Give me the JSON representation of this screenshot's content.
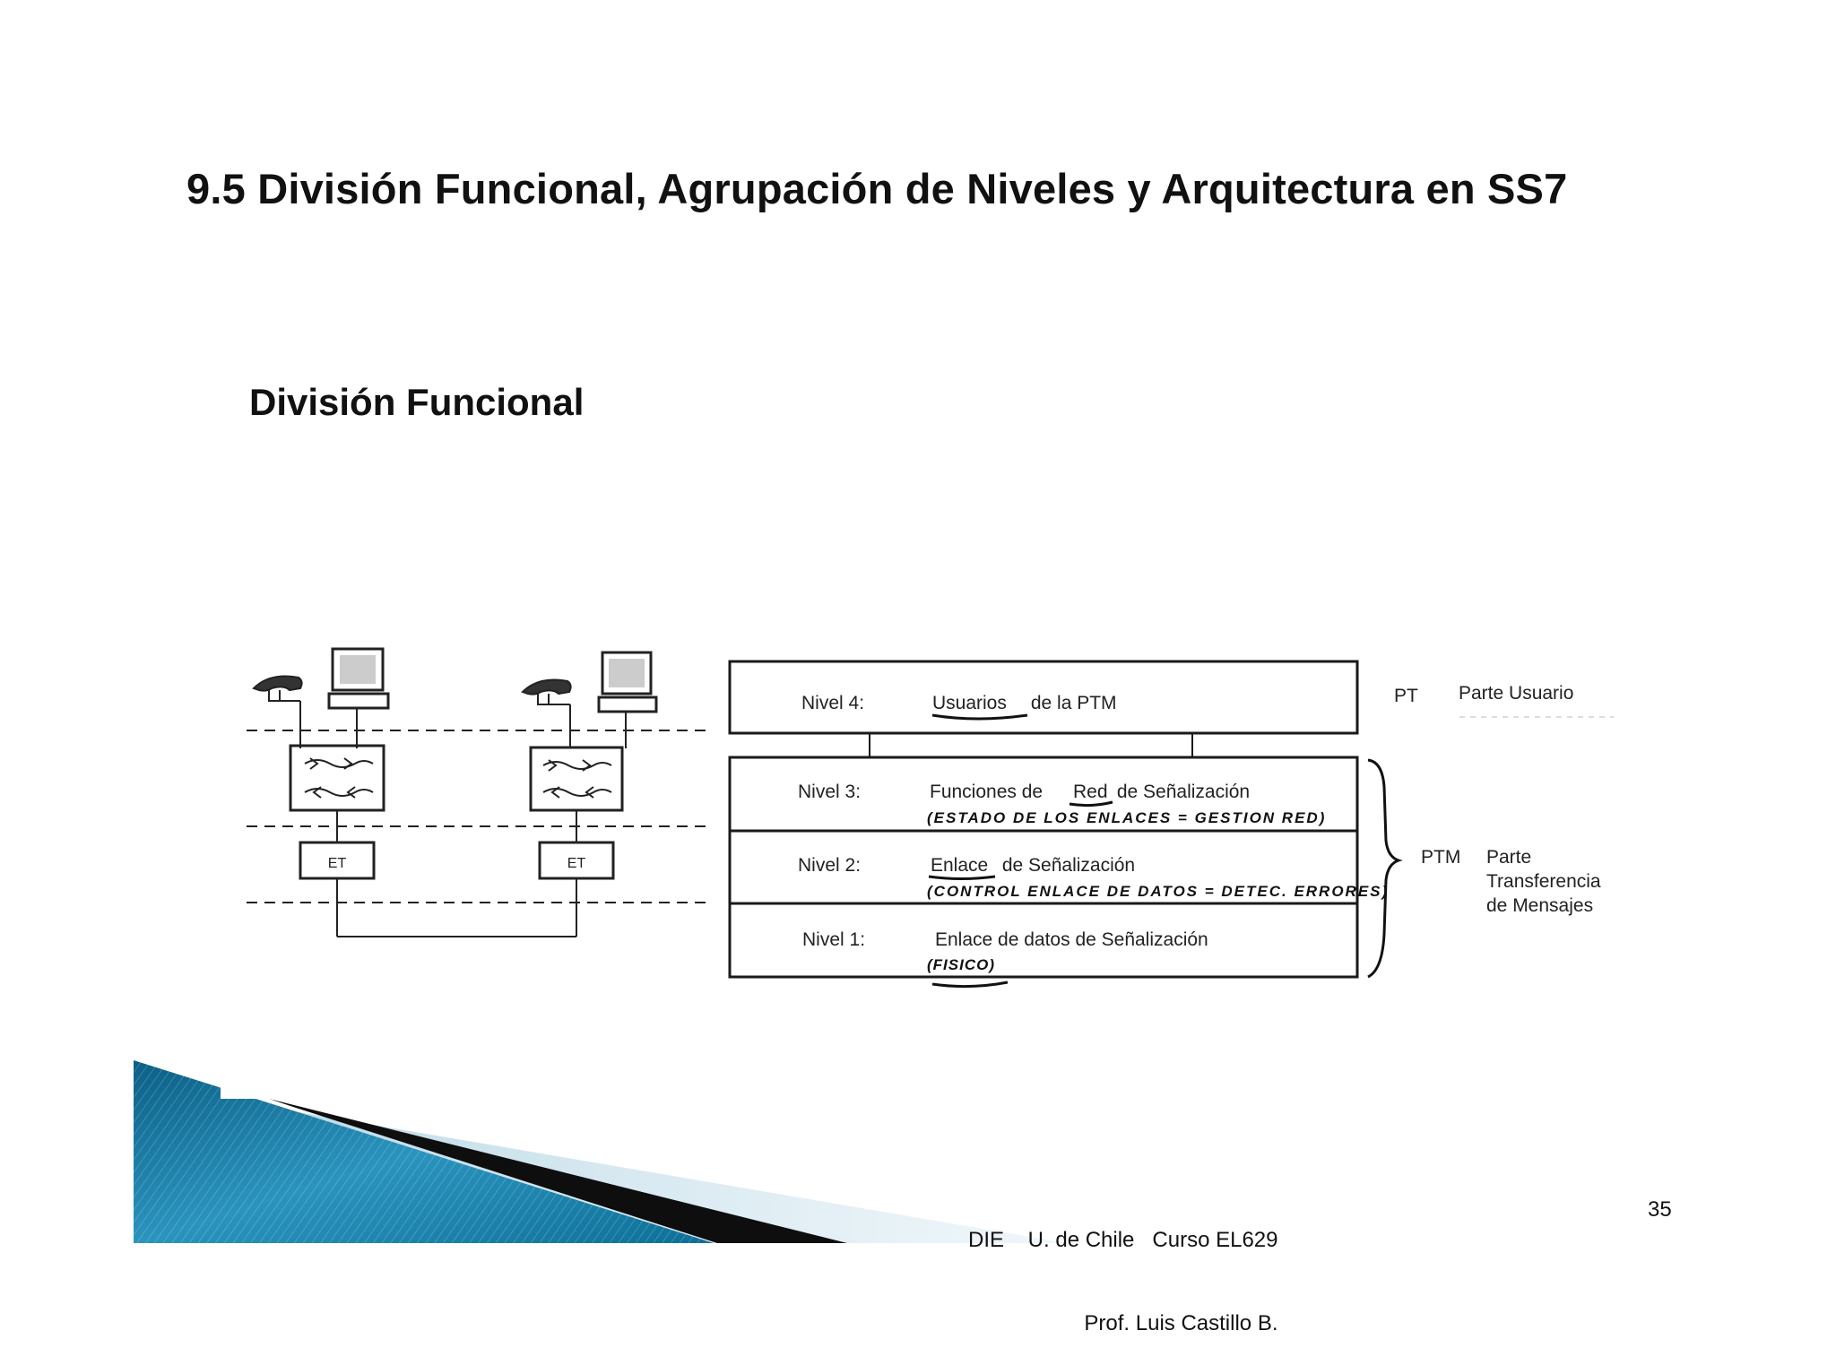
{
  "slide": {
    "title": "9.5  División Funcional, Agrupación de Niveles y  Arquitectura en SS7",
    "subtitle": "División Funcional",
    "footer_line1": "DIE    U. de Chile   Curso EL629",
    "footer_line2": "Prof. Luis Castillo B.",
    "page_number": "35"
  },
  "diagram": {
    "et_label_left": "ET",
    "et_label_right": "ET",
    "levels": [
      {
        "name": "Nivel 4:",
        "desc_underlined": "Usuarios",
        "desc_rest": " de la PTM",
        "note": ""
      },
      {
        "name": "Nivel 3:",
        "desc_prefix": "Funciones de ",
        "desc_underlined": "Red",
        "desc_rest": " de Señalización",
        "note": "(ESTADO DE LOS ENLACES = GESTION RED)"
      },
      {
        "name": "Nivel 2:",
        "desc_underlined": "Enlace",
        "desc_rest": " de Señalización",
        "note": "(CONTROL ENLACE DE DATOS = DETEC. ERRORES)"
      },
      {
        "name": "Nivel 1:",
        "desc_rest": "Enlace de datos de Señalización",
        "note": "(FISICO)"
      }
    ],
    "pt_abbr": "PT",
    "pt_label": "Parte Usuario",
    "ptm_abbr": "PTM",
    "ptm_label_lines": [
      "Parte",
      "Transferencia",
      "de Mensajes"
    ]
  }
}
